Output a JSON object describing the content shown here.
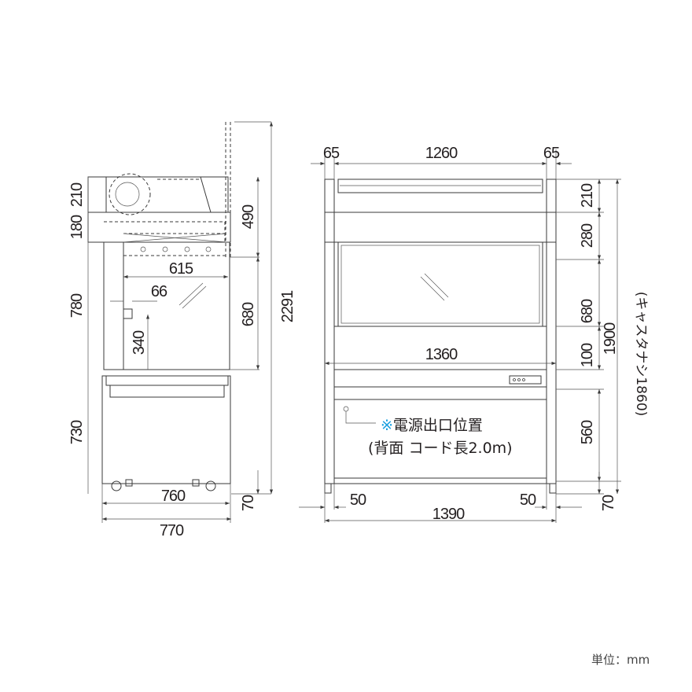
{
  "side_view": {
    "dims": {
      "d210": "210",
      "d180": "180",
      "d780": "780",
      "d730": "730",
      "d490": "490",
      "d680": "680",
      "d2291": "2291",
      "d615": "615",
      "d66": "66",
      "d340": "340",
      "d760": "760",
      "d770": "770",
      "d70": "70"
    }
  },
  "front_view": {
    "dims": {
      "d65l": "65",
      "d1260": "1260",
      "d65r": "65",
      "d210": "210",
      "d280": "280",
      "d680": "680",
      "d100": "100",
      "d1900": "1900",
      "d560": "560",
      "d70": "70",
      "d1360": "1360",
      "d50l": "50",
      "d1390": "1390",
      "d50r": "50",
      "caster_note": "(キャスタナシ1860)"
    },
    "power_note": {
      "mark": "※",
      "line1": "電源出口位置",
      "line2": "(背面 コード長2.0m)"
    }
  },
  "unit_label": "単位：mm",
  "colors": {
    "line": "#3a3a3a",
    "note_mark": "#1aa0e0"
  }
}
